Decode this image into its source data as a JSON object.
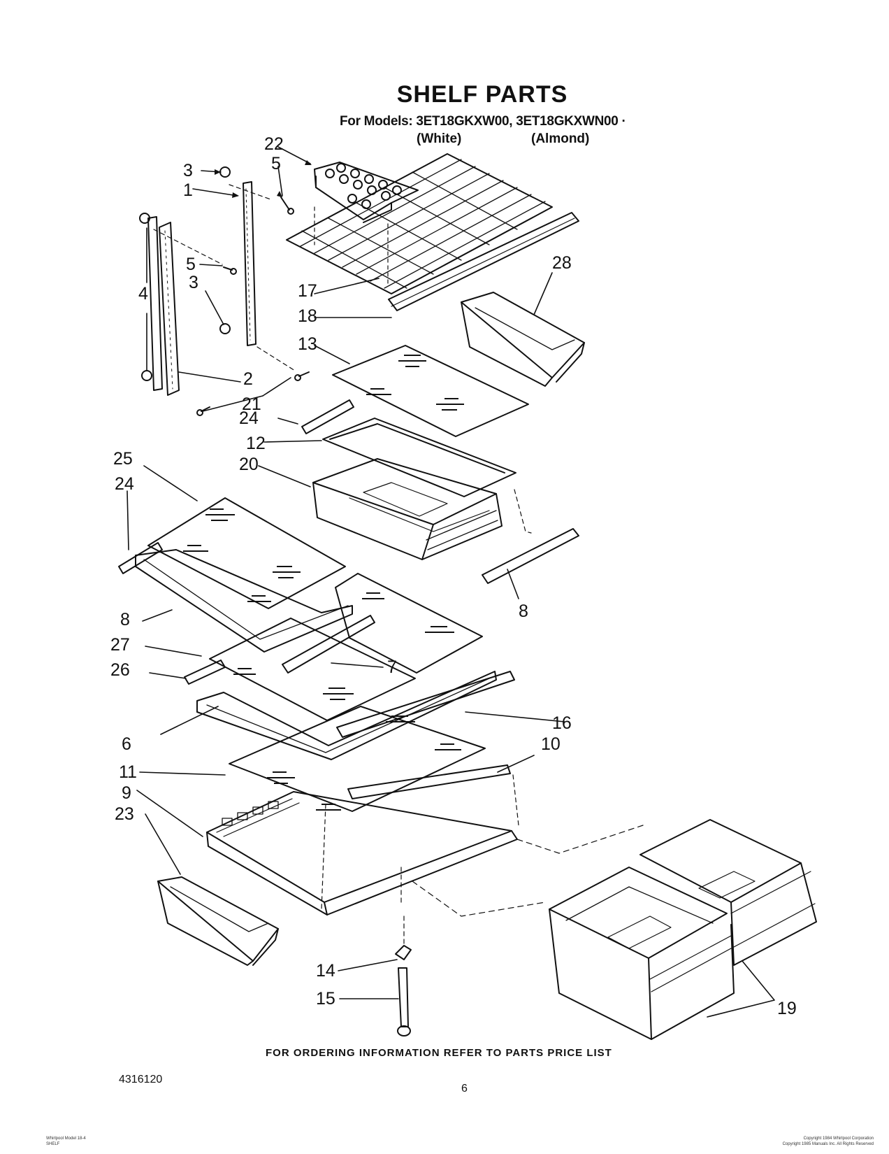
{
  "header": {
    "title": "SHELF PARTS",
    "models_line": "For Models: 3ET18GKXW00, 3ET18GKXWN00 ·",
    "color_white": "(White)",
    "color_almond": "(Almond)"
  },
  "callouts": [
    "1",
    "2",
    "3",
    "3",
    "4",
    "5",
    "5",
    "6",
    "7",
    "8",
    "8",
    "9",
    "10",
    "11",
    "12",
    "13",
    "14",
    "15",
    "16",
    "17",
    "18",
    "19",
    "20",
    "21",
    "22",
    "23",
    "24",
    "24",
    "25",
    "26",
    "27",
    "28"
  ],
  "footer": {
    "ordering_note": "FOR ORDERING INFORMATION REFER TO PARTS PRICE LIST",
    "doc_number": "4316120",
    "page_number": "6"
  },
  "fine_print": {
    "left_line1": "Whirlpool Model 18-4",
    "left_line2": "SHELF",
    "right_line1": "Copyright 1984 Whirlpool Corporation",
    "right_line2": "Copyright 1985 Manuals Inc. All Rights Reserved"
  }
}
